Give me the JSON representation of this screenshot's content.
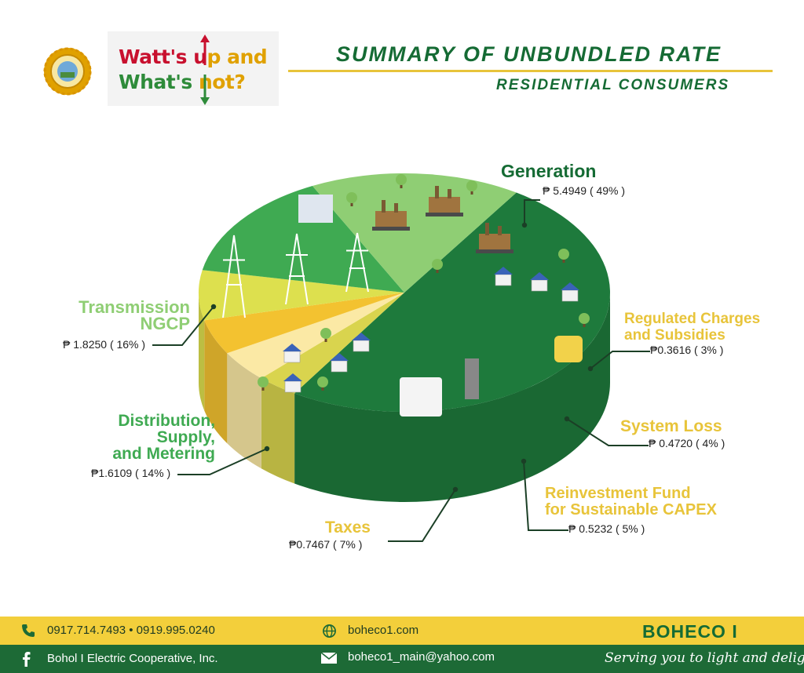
{
  "header": {
    "brand_line1a": "Watt's u",
    "brand_line1b": "p and",
    "brand_line2a": "What's ",
    "brand_line2b": "not?",
    "title": "SUMMARY OF UNBUNDLED RATE",
    "subtitle": "RESIDENTIAL CONSUMERS"
  },
  "chart_data": {
    "type": "pie",
    "title": "SUMMARY OF UNBUNDLED RATE",
    "subtitle": "RESIDENTIAL CONSUMERS",
    "currency": "₱",
    "slices": [
      {
        "label": "Generation",
        "value": 5.4949,
        "percent": 49,
        "value_text": "₱ 5.4949 ( 49% )",
        "color": "#1e7a3c"
      },
      {
        "label": "Regulated Charges and Subsidies",
        "value": 0.3616,
        "percent": 3,
        "value_text": "₱0.3616 ( 3% )",
        "color": "#d9d44e"
      },
      {
        "label": "System Loss",
        "value": 0.472,
        "percent": 4,
        "value_text": "₱ 0.4720 ( 4% )",
        "color": "#fbe9a5"
      },
      {
        "label": "Reinvestment Fund for Sustainable CAPEX",
        "value": 0.5232,
        "percent": 5,
        "value_text": "₱ 0.5232 ( 5% )",
        "color": "#f3c230"
      },
      {
        "label": "Taxes",
        "value": 0.7467,
        "percent": 7,
        "value_text": "₱0.7467 ( 7% )",
        "color": "#dde04e"
      },
      {
        "label": "Distribution, Supply, and Metering",
        "value": 1.6109,
        "percent": 14,
        "value_text": "₱1.6109 ( 14% )",
        "color": "#3faa52"
      },
      {
        "label": "Transmission NGCP",
        "value": 1.825,
        "percent": 16,
        "value_text": "₱ 1.8250 ( 16% )",
        "color": "#8fce74"
      }
    ],
    "legend": "none"
  },
  "labels": {
    "generation": {
      "name": "Generation",
      "value": "₱ 5.4949 ( 49% )"
    },
    "regulated": {
      "name1": "Regulated Charges",
      "name2": "and Subsidies",
      "value": "₱0.3616 ( 3% )"
    },
    "systemloss": {
      "name": "System Loss",
      "value": "₱ 0.4720 ( 4% )"
    },
    "reinvestment": {
      "name1": "Reinvestment Fund",
      "name2": "for Sustainable CAPEX",
      "value": "₱ 0.5232 ( 5% )"
    },
    "taxes": {
      "name": "Taxes",
      "value": "₱0.7467 ( 7% )"
    },
    "distribution": {
      "name1": "Distribution,",
      "name2": "Supply,",
      "name3": "and Metering",
      "value": "₱1.6109 ( 14% )"
    },
    "transmission": {
      "name1": "Transmission",
      "name2": "NGCP",
      "value": "₱ 1.8250 ( 16% )"
    }
  },
  "footer": {
    "phone": "0917.714.7493 • 0919.995.0240",
    "website": "boheco1.com",
    "org": "BOHECO I",
    "facebook": "Bohol I Electric Cooperative, Inc.",
    "email": "boheco1_main@yahoo.com",
    "slogan": "Serving you to light and delight!"
  },
  "colors": {
    "dark_green": "#156b34",
    "footer_yellow": "#f3cf3b",
    "footer_green": "#1d6a36",
    "label_yellow": "#e8c43a"
  }
}
